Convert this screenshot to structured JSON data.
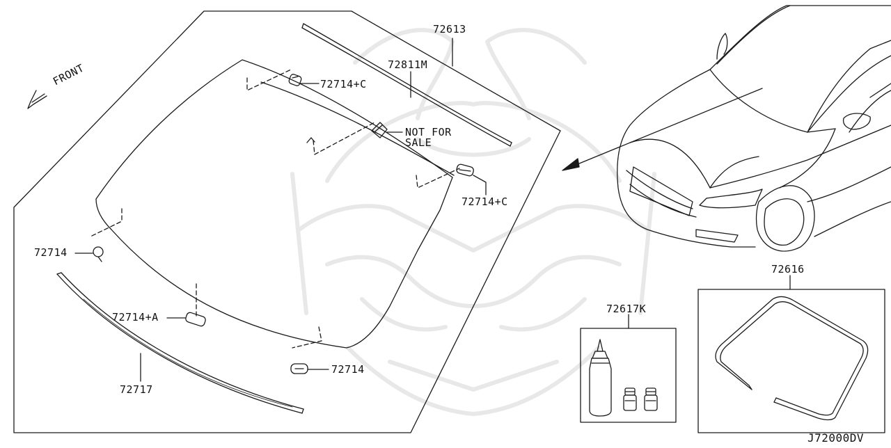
{
  "diagram": {
    "code": "J72000DV",
    "front_label": "FRONT",
    "not_for_sale": "NOT FOR\nSALE",
    "parts": {
      "top_molding": "72613",
      "inner_molding": "72811M",
      "clip_top_c": "72714+C",
      "clip_right_c": "72714+C",
      "clip_left": "72714",
      "clip_bottom": "72714",
      "spacer_a": "72714+A",
      "lower_molding": "72717",
      "adhesive_kit": "72617K",
      "dam_kit": "72616"
    }
  },
  "colors": {
    "line": "#1a1a1a",
    "watermark": "#e6e6e6",
    "background": "#ffffff"
  }
}
